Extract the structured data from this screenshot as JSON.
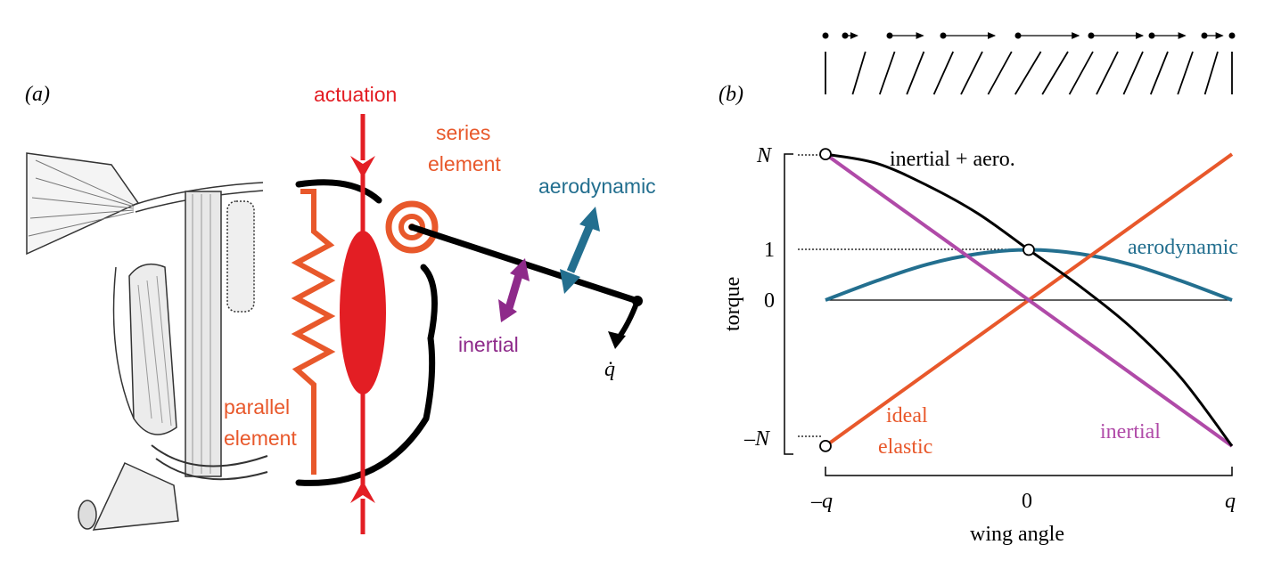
{
  "panel_a": {
    "label": "(a)",
    "actuation": "actuation",
    "series": [
      "series",
      "element"
    ],
    "aerodynamic": "aerodynamic",
    "inertial": "inertial",
    "parallel": [
      "parallel",
      "element"
    ],
    "qdot": "q̇"
  },
  "panel_b": {
    "label": "(b)",
    "curve_labels": {
      "inertial_aero": "inertial + aero.",
      "aerodynamic": "aerodynamic",
      "ideal_elastic": [
        "ideal",
        "elastic"
      ],
      "inertial": "inertial"
    },
    "colors": {
      "ideal_elastic": "#e8582b",
      "aerodynamic": "#236f8f",
      "inertial": "#b04aa8",
      "inertial_aero": "#000000",
      "actuation": "#e31e24",
      "series": "#e8582b"
    }
  },
  "chart_data": {
    "type": "line",
    "xlabel": "wing angle",
    "ylabel": "torque",
    "x_tick_labels": [
      "–q",
      "0",
      "q"
    ],
    "y_tick_labels": [
      "N",
      "1",
      "0",
      "–N"
    ],
    "x": [
      -1,
      -0.75,
      -0.5,
      -0.25,
      0,
      0.25,
      0.5,
      0.75,
      1
    ],
    "series": [
      {
        "name": "inertial + aero.",
        "values": [
          2.9,
          2.72,
          2.28,
          1.72,
          1.0,
          0.28,
          -0.53,
          -1.55,
          -2.9
        ]
      },
      {
        "name": "aerodynamic",
        "values": [
          0,
          0.38,
          0.71,
          0.92,
          1.0,
          0.92,
          0.71,
          0.38,
          0
        ]
      },
      {
        "name": "ideal elastic",
        "values": [
          -2.9,
          -2.175,
          -1.45,
          -0.725,
          0,
          0.725,
          1.45,
          2.175,
          2.9
        ]
      },
      {
        "name": "inertial",
        "values": [
          2.9,
          2.175,
          1.45,
          0.725,
          0,
          -0.725,
          -1.45,
          -2.175,
          -2.9
        ]
      }
    ],
    "wing_strokes": {
      "count": 16,
      "velocity_arrows_relative": [
        0,
        0.2,
        0.55,
        0.85,
        1.0,
        0.85,
        0.55,
        0.3,
        0
      ]
    }
  }
}
